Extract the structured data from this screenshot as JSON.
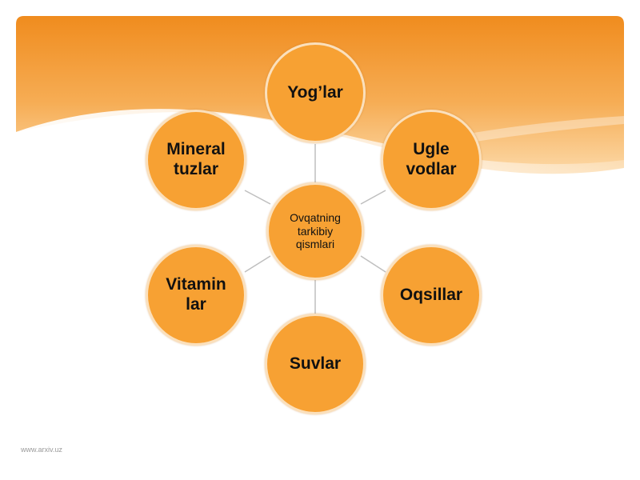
{
  "diagram": {
    "center": {
      "label": "Ovqatning\ntarkibiy\nqismlari"
    },
    "nodes": [
      {
        "id": "yoglar",
        "label": "Yog’lar"
      },
      {
        "id": "uglevodlar",
        "label": "Ugle\nvodlar"
      },
      {
        "id": "oqsillar",
        "label": "Oqsillar"
      },
      {
        "id": "suvlar",
        "label": "Suvlar"
      },
      {
        "id": "vitaminlar",
        "label": "Vitamin\nlar"
      },
      {
        "id": "mineral-tuzlar",
        "label": "Mineral\ntuzlar"
      }
    ],
    "node_color": "#f7a133",
    "node_border_color": "#fbe0bc",
    "connector_color": "#bfbfbf"
  },
  "footer": {
    "text": "www.arxiv.uz"
  },
  "theme": {
    "banner_color": "#f39c2c",
    "banner_light": "#fbd7a6"
  }
}
